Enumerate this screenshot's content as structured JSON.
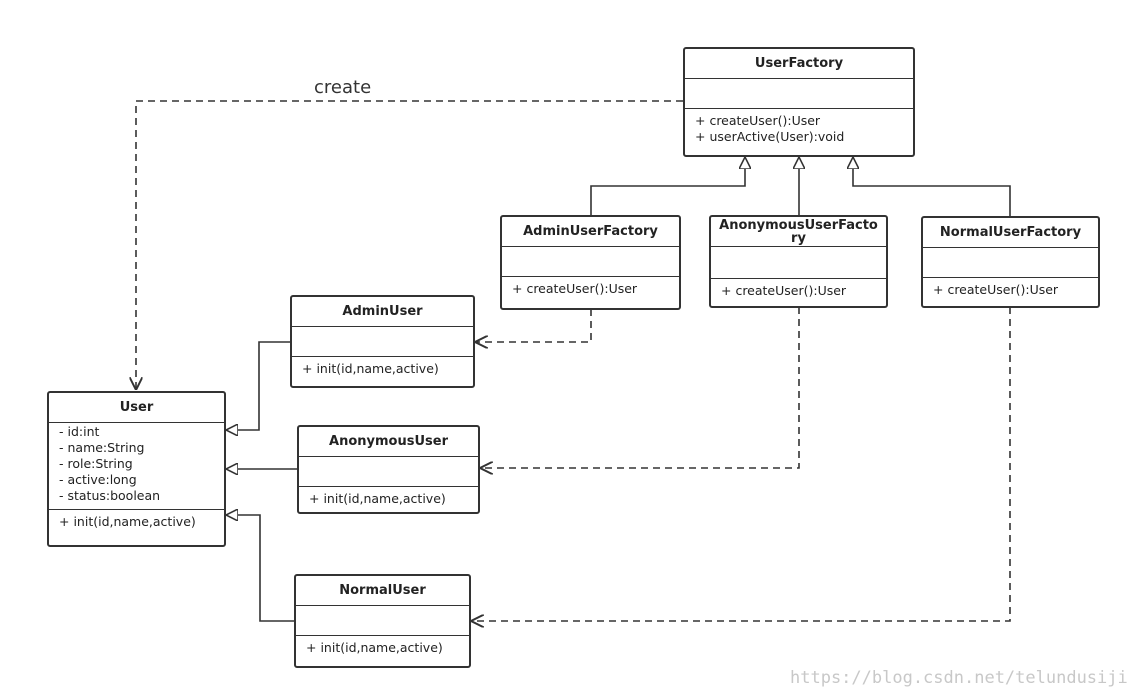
{
  "classes": {
    "user_factory": {
      "name": "UserFactory",
      "attributes": [],
      "methods": [
        "+ createUser():User",
        "+ userActive(User):void"
      ]
    },
    "admin_user_factory": {
      "name": "AdminUserFactory",
      "attributes": [],
      "methods": [
        "+ createUser():User"
      ]
    },
    "anonymous_user_factory": {
      "name": "AnonymousUserFacto ry",
      "attributes": [],
      "methods": [
        "+ createUser():User"
      ]
    },
    "normal_user_factory": {
      "name": "NormalUserFactory",
      "attributes": [],
      "methods": [
        "+ createUser():User"
      ]
    },
    "admin_user": {
      "name": "AdminUser",
      "attributes": [],
      "methods": [
        "+ init(id,name,active)"
      ]
    },
    "anonymous_user": {
      "name": "AnonymousUser",
      "attributes": [],
      "methods": [
        "+ init(id,name,active)"
      ]
    },
    "normal_user": {
      "name": "NormalUser",
      "attributes": [],
      "methods": [
        "+ init(id,name,active)"
      ]
    },
    "user": {
      "name": "User",
      "attributes": [
        "- id:int",
        "- name:String",
        "- role:String",
        "- active:long",
        "- status:boolean"
      ],
      "methods": [
        "+ init(id,name,active)"
      ]
    }
  },
  "labels": {
    "create": "create"
  },
  "watermark": "https://blog.csdn.net/telundusiji"
}
